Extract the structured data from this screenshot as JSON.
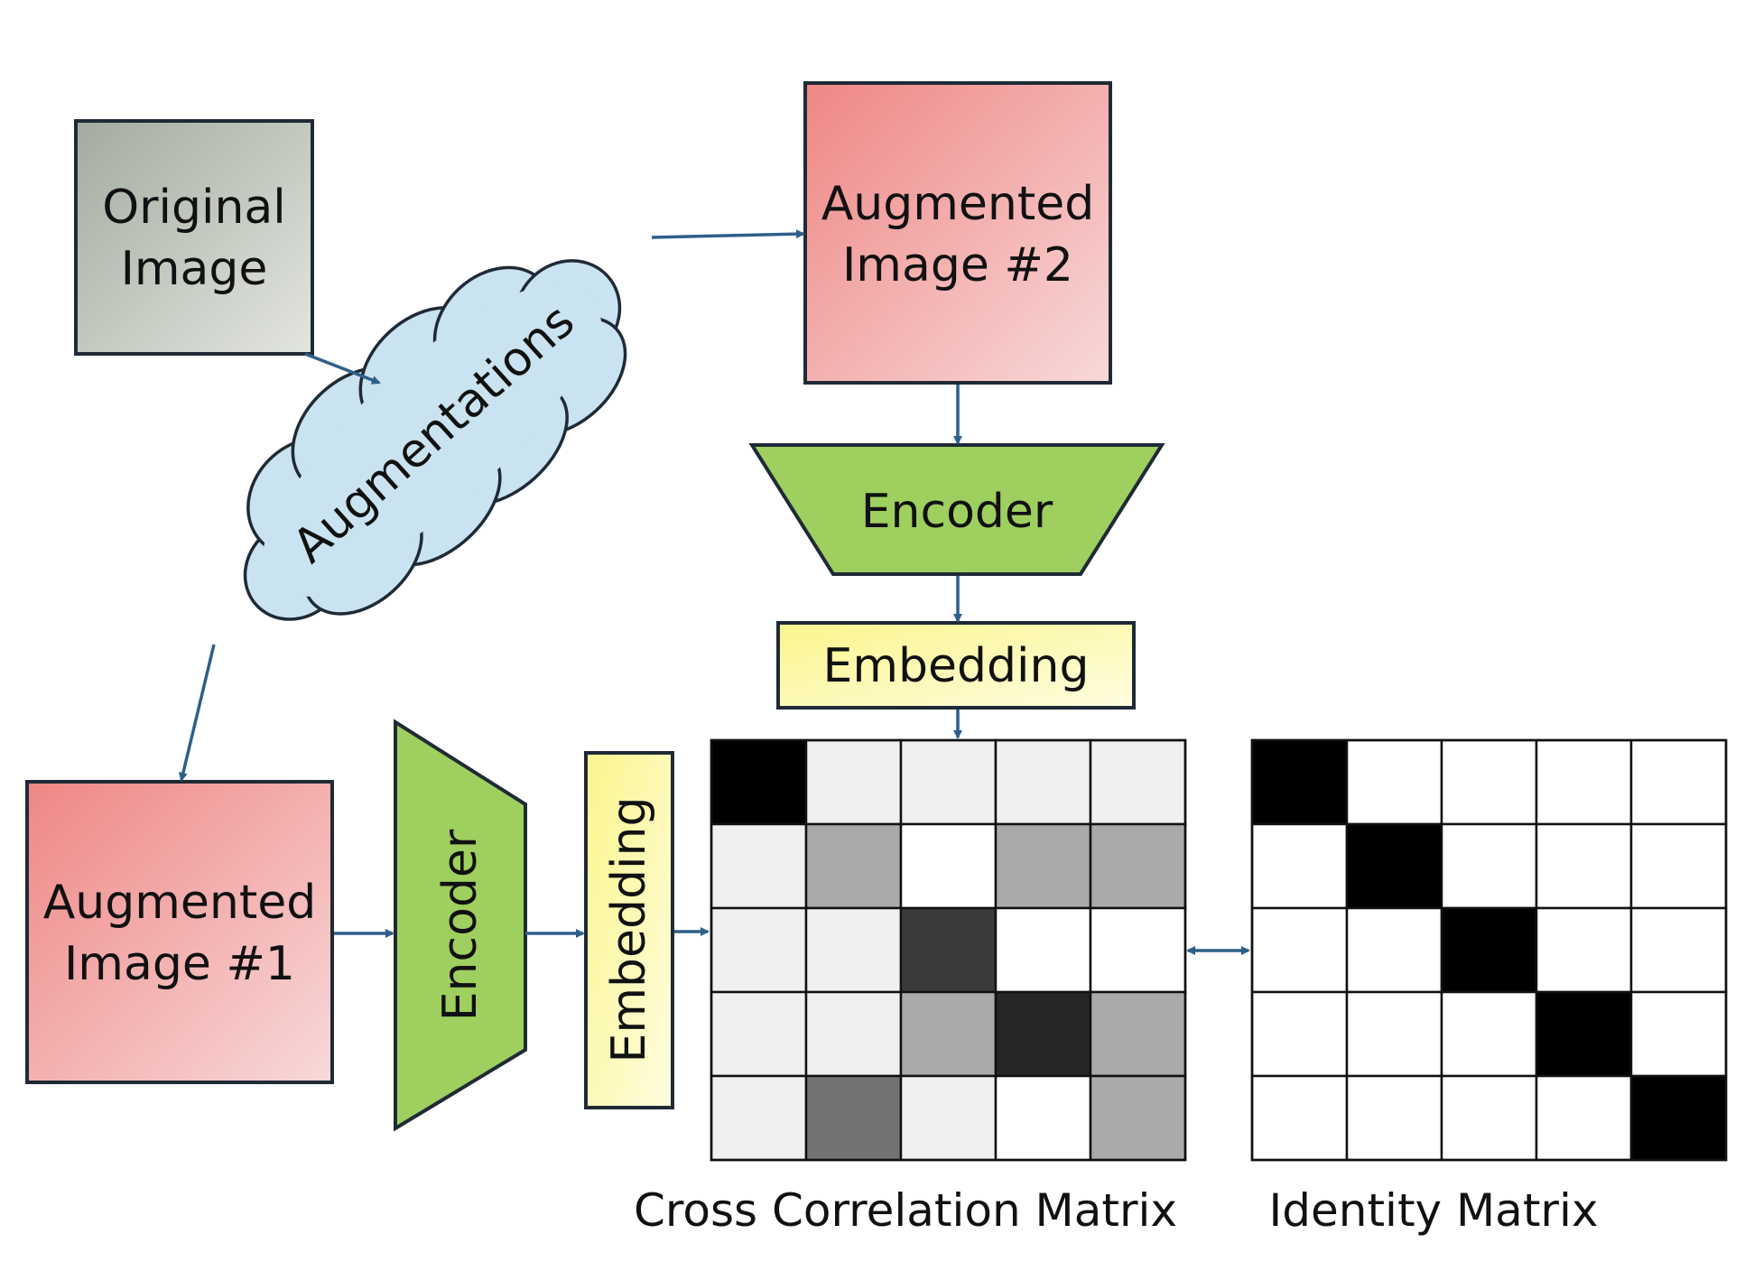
{
  "nodes": {
    "original": "Original Image",
    "augmentations": "Augmentations",
    "aug2_line1": "Augmented",
    "aug2_line2": "Image #2",
    "aug1_line1": "Augmented",
    "aug1_line2": "Image #1",
    "encoder_top": "Encoder",
    "encoder_left": "Encoder",
    "embedding_top": "Embedding",
    "embedding_left": "Embedding"
  },
  "original_line1": "Original",
  "original_line2": "Image",
  "captions": {
    "cross_correlation": "Cross Correlation Matrix",
    "identity": "Identity Matrix"
  },
  "matrices": {
    "cross_correlation": [
      [
        "#000000",
        "#f0f0f0",
        "#f0f0f0",
        "#f0f0f0",
        "#f0f0f0"
      ],
      [
        "#f0f0f0",
        "#aaaaaa",
        "#ffffff",
        "#aaaaaa",
        "#aaaaaa"
      ],
      [
        "#f0f0f0",
        "#f0f0f0",
        "#3a3a3a",
        "#ffffff",
        "#ffffff"
      ],
      [
        "#f0f0f0",
        "#f0f0f0",
        "#aaaaaa",
        "#262626",
        "#aaaaaa"
      ],
      [
        "#f0f0f0",
        "#737373",
        "#f0f0f0",
        "#ffffff",
        "#aaaaaa"
      ]
    ],
    "identity": [
      [
        "#000000",
        "#ffffff",
        "#ffffff",
        "#ffffff",
        "#ffffff"
      ],
      [
        "#ffffff",
        "#000000",
        "#ffffff",
        "#ffffff",
        "#ffffff"
      ],
      [
        "#ffffff",
        "#ffffff",
        "#000000",
        "#ffffff",
        "#ffffff"
      ],
      [
        "#ffffff",
        "#ffffff",
        "#ffffff",
        "#000000",
        "#ffffff"
      ],
      [
        "#ffffff",
        "#ffffff",
        "#ffffff",
        "#ffffff",
        "#000000"
      ]
    ]
  },
  "colors": {
    "original_fill": "#b8bfb5",
    "augmented_fill": "#f2a8a8",
    "cloud_fill": "#c9e3f1",
    "encoder_fill": "#9ecf5f",
    "embedding_fill": "#fdfbb0",
    "arrow": "#2e5f8a"
  }
}
